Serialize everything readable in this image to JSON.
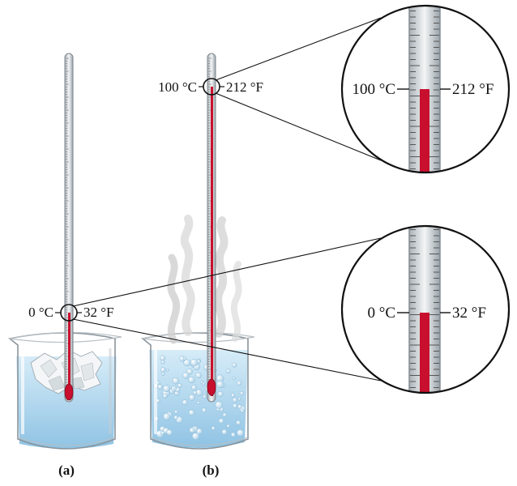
{
  "panel_a": {
    "caption": "(a)",
    "left_label": "0 °C",
    "right_label": "32 °F",
    "zoom_left_label": "0 °C",
    "zoom_right_label": "32 °F"
  },
  "panel_b": {
    "caption": "(b)",
    "left_label": "100 °C",
    "right_label": "212 °F",
    "zoom_left_label": "100 °C",
    "zoom_right_label": "212 °F"
  },
  "colors": {
    "mercury": "#c8102e",
    "water": "#bfe0f3",
    "water_deep": "#9ccbe8",
    "glass": "#dfe4e8",
    "glass_edge": "#8a949b",
    "steam": "#d6d6d6"
  }
}
